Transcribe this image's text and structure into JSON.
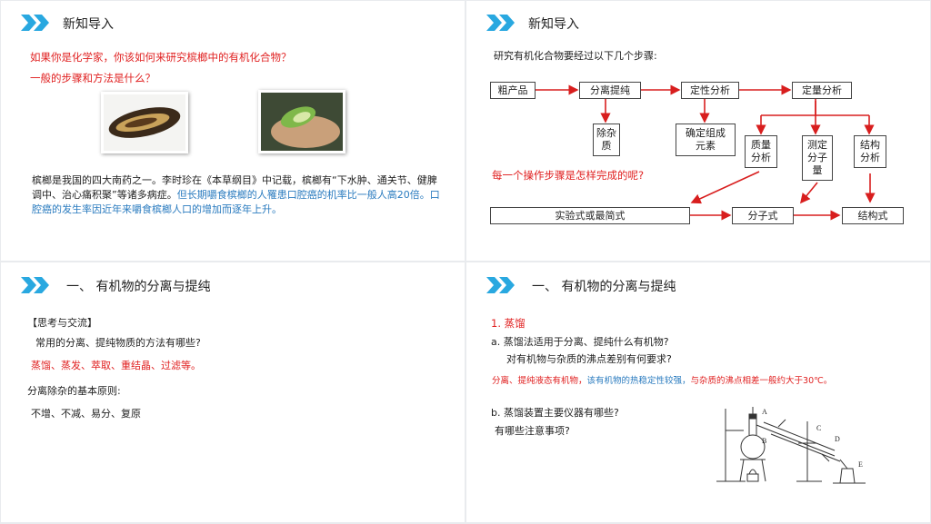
{
  "slide1": {
    "title": "新知导入",
    "q1": "如果你是化学家，你该如何来研究槟榔中的有机化合物？",
    "q2": "一般的步骤和方法是什么？",
    "para_black": "槟榔是我国的四大南药之一。李时珍在《本草纲目》中记载，槟榔有“下水肿、通关节、健脾调中、治心痛积聚”等诸多病症。",
    "para_blue": "但长期嚼食槟榔的人罹患口腔癌的机率比一般人高20倍。口腔癌的发生率因近年来嚼食槟榔人口的增加而逐年上升。"
  },
  "slide2": {
    "title": "新知导入",
    "intro": "研究有机化合物要经过以下几个步骤:",
    "boxes": {
      "crude": "粗产品",
      "separate": "分离提纯",
      "qualitative": "定性分析",
      "quantitative": "定量分析",
      "remove": "除杂质",
      "elements": "确定组成元素",
      "mass": "质量分析",
      "measure": "测定分子量",
      "structure": "结构分析",
      "empirical": "实验式或最简式",
      "molecular": "分子式",
      "structural": "结构式"
    },
    "question": "每一个操作步骤是怎样完成的呢?"
  },
  "slide3": {
    "title": "一、 有机物的分离与提纯",
    "think": "【思考与交流】",
    "q": "常用的分离、提纯物质的方法有哪些?",
    "answer": "蒸馏、蒸发、萃取、重结晶、过滤等。",
    "principle_label": "分离除杂的基本原则:",
    "principles": "不增、不减、易分、复原"
  },
  "slide4": {
    "title": "一、 有机物的分离与提纯",
    "heading": "1. 蒸馏",
    "qa": "a.   蒸馏法适用于分离、提纯什么有机物?",
    "qa2": "对有机物与杂质的沸点差别有何要求?",
    "ans_red1": "分离、提纯液态有机物，",
    "ans_blue": "该有机物的热稳定性较强，",
    "ans_red2": "与杂质的沸点相差一般约大于30℃。",
    "qb": "b. 蒸馏装置主要仪器有哪些?",
    "qb2": "有哪些注意事项?",
    "labels": [
      "A",
      "B",
      "C",
      "D",
      "E"
    ]
  },
  "colors": {
    "accent": "#29a8e0",
    "red": "#e02020",
    "blue": "#2a7bbf"
  }
}
